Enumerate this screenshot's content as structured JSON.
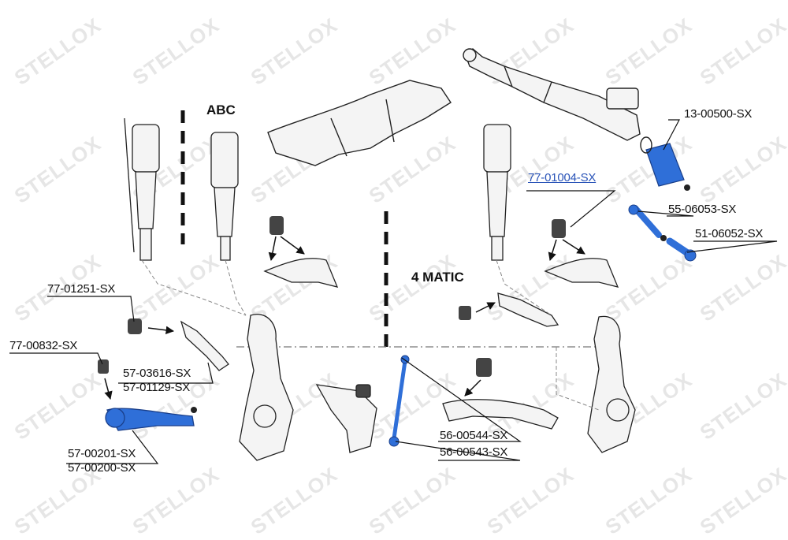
{
  "watermark": {
    "text": "STELLOX"
  },
  "sections": {
    "abc": "ABC",
    "four_matic": "4 MATIC"
  },
  "parts": {
    "p_13_00500": "13-00500-SX",
    "p_77_01004": "77-01004-SX",
    "p_55_06053": "55-06053-SX",
    "p_51_06052": "51-06052-SX",
    "p_77_01251": "77-01251-SX",
    "p_77_00832": "77-00832-SX",
    "p_57_03616": "57-03616-SX",
    "p_57_01129": "57-01129-SX",
    "p_57_00201": "57-00201-SX",
    "p_57_00200": "57-00200-SX",
    "p_56_00544": "56-00544-SX",
    "p_56_00543": "56-00543-SX"
  },
  "colors": {
    "highlight": "#2a54b8",
    "part_blue": "#2f6fd8",
    "line": "#222222",
    "watermark": "#e6e6e6"
  }
}
